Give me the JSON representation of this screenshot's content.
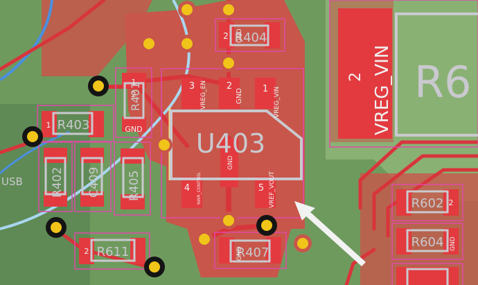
{
  "view": "pcb-layout-editor-canvas",
  "colors": {
    "board": "#6f9a5e",
    "copper_pour": "#c8564a",
    "copper_track": "#d8353b",
    "pad": "#e23a3f",
    "courtyard": "#e04aa8",
    "silkscreen": "#c9c9cf",
    "via_ring": "#141414",
    "via_drill": "#f0c419",
    "board_edge": "#a9d7f0",
    "trace_blue": "#4a8fe0"
  },
  "parts": {
    "u403": {
      "ref": "U403",
      "pin1": "1",
      "pin2": "2",
      "pin3": "3",
      "pin4": "4",
      "pin5": "5",
      "net1": "VREG_VIN",
      "net2": "GND",
      "net3": "VREG_EN",
      "net4": "NWR_CONTROL",
      "net5": "VREF_VOUT",
      "net_center": "GND"
    },
    "r404": {
      "ref": "R404",
      "pin": "2",
      "net": "GND"
    },
    "r401": {
      "ref": "R401",
      "pin1": "1",
      "pin2": "2",
      "net": "GND"
    },
    "r403": {
      "ref": "R403",
      "pin": "1"
    },
    "r405": {
      "ref": "R405"
    },
    "r402": {
      "ref": "R402"
    },
    "c409": {
      "ref": "C409"
    },
    "r407": {
      "ref": "R407",
      "net": "GND"
    },
    "r611": {
      "ref": "R611",
      "pin": "2"
    },
    "r602": {
      "ref": "R602",
      "pin": "2"
    },
    "r604": {
      "ref": "R604",
      "net": "GND"
    },
    "r6": {
      "ref": "R6",
      "pin": "2",
      "net": "VREG_VIN"
    }
  },
  "misc": {
    "usb_label": "USB"
  }
}
